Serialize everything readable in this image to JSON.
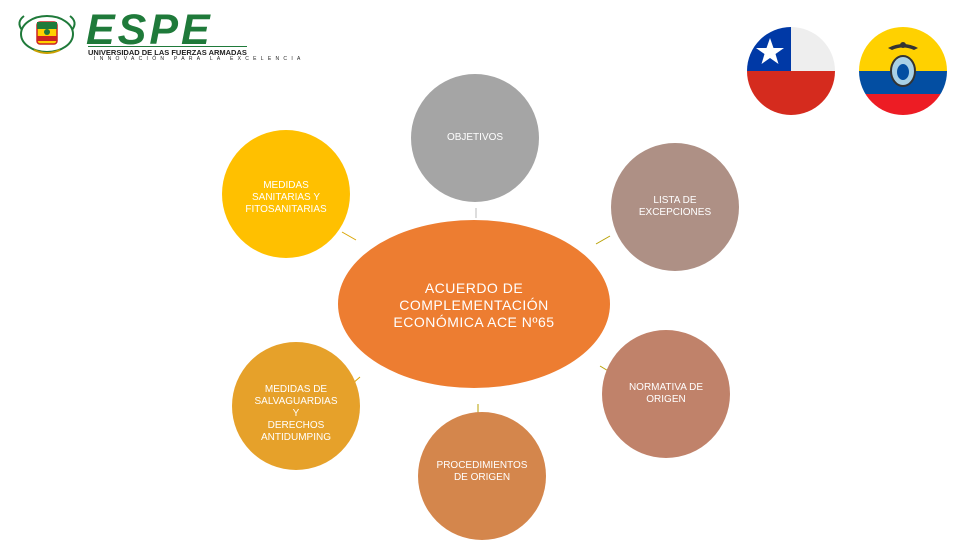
{
  "header": {
    "logo_name": "ESPE",
    "logo_subtitle": "UNIVERSIDAD DE LAS FUERZAS ARMADAS",
    "logo_motto": "INNOVACIÓN PARA LA EXCELENCIA",
    "colors": {
      "espe_green": "#1f7a3a",
      "dark": "#222222"
    }
  },
  "flags": [
    {
      "name": "chile-flag-icon",
      "colors": [
        "#0039a6",
        "#ffffff",
        "#d52b1e"
      ]
    },
    {
      "name": "ecuador-flag-icon",
      "colors": [
        "#ffd100",
        "#034ea2",
        "#ed1c24"
      ]
    }
  ],
  "diagram": {
    "center": {
      "label": "ACUERDO DE\nCOMPLEMENTACIÓN\nECONÓMICA ACE Nº65",
      "color": "#ed7d31"
    },
    "nodes": [
      {
        "id": "objetivos",
        "label": "OBJETIVOS",
        "color": "#a5a5a5"
      },
      {
        "id": "medidas-sanitarias",
        "label": "MEDIDAS\nSANITARIAS Y\nFITOSANITARIAS",
        "color": "#ffc000"
      },
      {
        "id": "lista-excepciones",
        "label": "LISTA DE\nEXCEPCIONES",
        "color": "#ae9085"
      },
      {
        "id": "medidas-salvaguardias",
        "label": "MEDIDAS DE\nSALVAGUARDIAS\nY\nDERECHOS\nANTIDUMPING",
        "color": "#e6a12a"
      },
      {
        "id": "normativa-origen",
        "label": "NORMATIVA DE\nORIGEN",
        "color": "#c0826a"
      },
      {
        "id": "procedimientos-origen",
        "label": "PROCEDIMIENTOS\nDE ORIGEN",
        "color": "#d4864c"
      }
    ]
  }
}
